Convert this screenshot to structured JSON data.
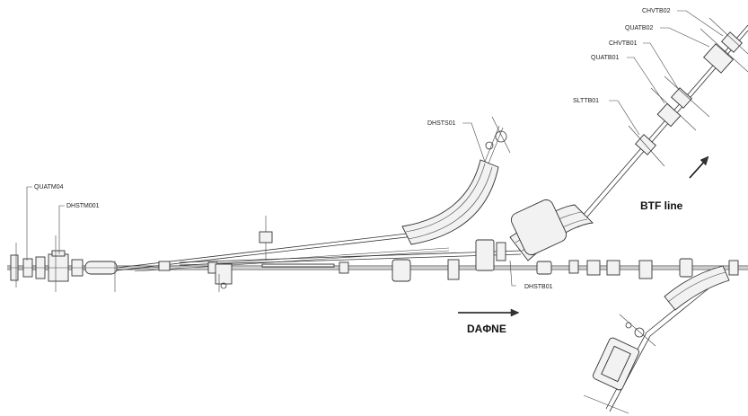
{
  "labels": {
    "quatm04": "QUATM04",
    "dhstm001": "DHSTM001",
    "dhsts01": "DHSTS01",
    "dhstb01": "DHSTB01",
    "slttb01": "SLTTB01",
    "quatb01": "QUATB01",
    "chvtb01": "CHVTB01",
    "quatb02": "QUATB02",
    "chvtb02": "CHVTB02"
  },
  "annotations": {
    "btf_line": "BTF line",
    "daphne": "DAΦNE"
  },
  "colors": {
    "line": "#333333",
    "background": "#ffffff",
    "text": "#111111"
  }
}
